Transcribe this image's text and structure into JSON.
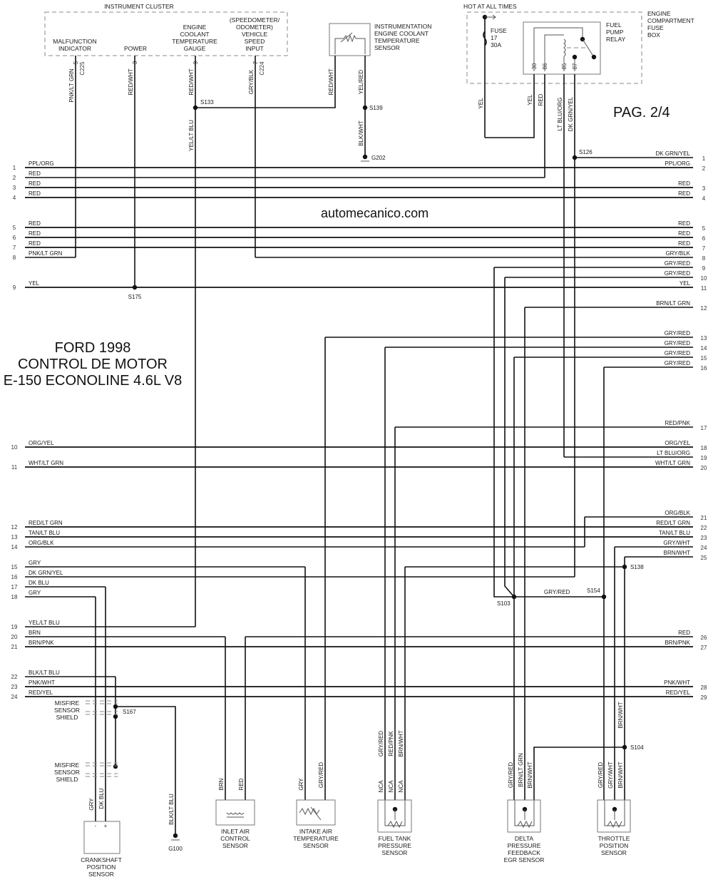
{
  "page": {
    "title_lines": [
      "FORD 1998",
      "CONTROL DE MOTOR",
      "E-150 ECONOLINE 4.6L V8"
    ],
    "page_label": "PAG. 2/4",
    "watermark": "automecanico.com"
  },
  "instrument_cluster": {
    "title": "INSTRUMENT CLUSTER",
    "malfunction": [
      "MALFUNCTION",
      "INDICATOR"
    ],
    "power": "POWER",
    "ect_gauge": [
      "ENGINE",
      "COOLANT",
      "TEMPERATURE",
      "GAUGE"
    ],
    "vss": [
      "(SPEEDOMETER/",
      "ODOMETER)",
      "VEHICLE",
      "SPEED",
      "INPUT"
    ],
    "pins": {
      "mil": "5",
      "power": "3",
      "ect": "9",
      "vss": "7"
    },
    "connectors": {
      "c225": "C225",
      "c224": "C224"
    }
  },
  "ect_sensor": {
    "label": [
      "INSTRUMENTATION",
      "ENGINE COOLANT",
      "TEMPERATURE",
      "SENSOR"
    ]
  },
  "fuse_box": {
    "hot": "HOT AT ALL TIMES",
    "label": [
      "ENGINE",
      "COMPARTMENT",
      "FUSE",
      "BOX"
    ],
    "fuse": [
      "FUSE",
      "17",
      "30A"
    ],
    "relay": [
      "FUEL",
      "PUMP",
      "RELAY"
    ],
    "relay_pins": [
      "30",
      "86",
      "85",
      "87"
    ]
  },
  "sensors": {
    "inlet_air": [
      "INLET AIR",
      "CONTROL",
      "SENSOR"
    ],
    "intake_air": [
      "INTAKE AIR",
      "TEMPERATURE",
      "SENSOR"
    ],
    "fuel_tank": [
      "FUEL TANK",
      "PRESSURE",
      "SENSOR"
    ],
    "dpfe": [
      "DELTA",
      "PRESSURE",
      "FEEDBACK",
      "EGR SENSOR"
    ],
    "tps": [
      "THROTTLE",
      "POSITION",
      "SENSOR"
    ],
    "ckp": [
      "CRANKSHAFT",
      "POSITION",
      "SENSOR"
    ],
    "misfire_shield": [
      "MISFIRE",
      "SENSOR",
      "SHIELD"
    ],
    "ckp_pins": [
      "-",
      "+"
    ]
  },
  "left_connector": [
    {
      "pin": "1",
      "wire": "PPL/ORG"
    },
    {
      "pin": "2",
      "wire": "RED"
    },
    {
      "pin": "3",
      "wire": "RED"
    },
    {
      "pin": "4",
      "wire": "RED"
    },
    {
      "pin": "5",
      "wire": "RED"
    },
    {
      "pin": "6",
      "wire": "RED"
    },
    {
      "pin": "7",
      "wire": "RED"
    },
    {
      "pin": "8",
      "wire": "PNK/LT GRN"
    },
    {
      "pin": "9",
      "wire": "YEL"
    },
    {
      "pin": "10",
      "wire": "ORG/YEL"
    },
    {
      "pin": "11",
      "wire": "WHT/LT GRN"
    },
    {
      "pin": "12",
      "wire": "RED/LT GRN"
    },
    {
      "pin": "13",
      "wire": "TAN/LT BLU"
    },
    {
      "pin": "14",
      "wire": "ORG/BLK"
    },
    {
      "pin": "15",
      "wire": "GRY"
    },
    {
      "pin": "16",
      "wire": "DK GRN/YEL"
    },
    {
      "pin": "17",
      "wire": "DK BLU"
    },
    {
      "pin": "18",
      "wire": "GRY"
    },
    {
      "pin": "19",
      "wire": "YEL/LT BLU"
    },
    {
      "pin": "20",
      "wire": "BRN"
    },
    {
      "pin": "21",
      "wire": "BRN/PNK"
    },
    {
      "pin": "22",
      "wire": "BLK/LT BLU"
    },
    {
      "pin": "23",
      "wire": "PNK/WHT"
    },
    {
      "pin": "24",
      "wire": "RED/YEL"
    }
  ],
  "right_connector": [
    {
      "pin": "1",
      "wire": "DK GRN/YEL"
    },
    {
      "pin": "2",
      "wire": "PPL/ORG"
    },
    {
      "pin": "3",
      "wire": "RED"
    },
    {
      "pin": "4",
      "wire": "RED"
    },
    {
      "pin": "5",
      "wire": "RED"
    },
    {
      "pin": "6",
      "wire": "RED"
    },
    {
      "pin": "7",
      "wire": "RED"
    },
    {
      "pin": "8",
      "wire": "GRY/BLK"
    },
    {
      "pin": "9",
      "wire": "GRY/RED"
    },
    {
      "pin": "10",
      "wire": "GRY/RED"
    },
    {
      "pin": "11",
      "wire": "YEL"
    },
    {
      "pin": "12",
      "wire": "BRN/LT GRN"
    },
    {
      "pin": "13",
      "wire": "GRY/RED"
    },
    {
      "pin": "14",
      "wire": "GRY/RED"
    },
    {
      "pin": "15",
      "wire": "GRY/RED"
    },
    {
      "pin": "16",
      "wire": "GRY/RED"
    },
    {
      "pin": "17",
      "wire": "RED/PNK"
    },
    {
      "pin": "18",
      "wire": "ORG/YEL"
    },
    {
      "pin": "19",
      "wire": "LT BLU/ORG"
    },
    {
      "pin": "20",
      "wire": "WHT/LT GRN"
    },
    {
      "pin": "21",
      "wire": "ORG/BLK"
    },
    {
      "pin": "22",
      "wire": "RED/LT GRN"
    },
    {
      "pin": "23",
      "wire": "TAN/LT BLU"
    },
    {
      "pin": "24",
      "wire": "GRY/WHT"
    },
    {
      "pin": "25",
      "wire": "BRN/WHT"
    },
    {
      "pin": "26",
      "wire": "RED"
    },
    {
      "pin": "27",
      "wire": "BRN/PNK"
    },
    {
      "pin": "28",
      "wire": "PNK/WHT"
    },
    {
      "pin": "29",
      "wire": "RED/YEL"
    }
  ],
  "splices": {
    "s133": "S133",
    "s139": "S139",
    "s126": "S126",
    "s175": "S175",
    "s103": "S103",
    "s154": "S154",
    "s138": "S138",
    "s104": "S104",
    "s167": "S167"
  },
  "grounds": {
    "g202": "G202",
    "g100": "G100"
  },
  "wire_labels": {
    "mil": "PNK/LT GRN",
    "power": "RED/WHT",
    "ect_gauge": "RED/WHT",
    "vss": "GRY/BLK",
    "ect_sensor_a": "RED/WHT",
    "ect_sensor_b": "YEL/RED",
    "ground_g202": "BLK/WHT",
    "s133_down": "YEL/LT BLU",
    "fuse_out": "YEL",
    "relay_30": "YEL",
    "relay_86": "RED",
    "relay_85": "LT BLU/ORG",
    "relay_87": "DK GRN/YEL",
    "s103_s154": "GRY/RED",
    "inlet_brn": "BRN",
    "inlet_red": "RED",
    "iat_gry": "GRY",
    "iat_gryred": "GRY/RED",
    "ftp_a": "GRY/RED",
    "ftp_b": "RED/PNK",
    "ftp_c": "BRN/WHT",
    "ftp_nca": "NCA",
    "dpfe_a": "GRY/RED",
    "dpfe_b": "BRN/LT GRN",
    "dpfe_c": "BRN/WHT",
    "tps_a": "GRY/RED",
    "tps_b": "GRY/WHT",
    "tps_c": "BRN/WHT",
    "tps_upper": "BRN/WHT",
    "ckp_gry": "GRY",
    "ckp_dkblu": "DK BLU",
    "g100": "BLK/LT BLU"
  }
}
